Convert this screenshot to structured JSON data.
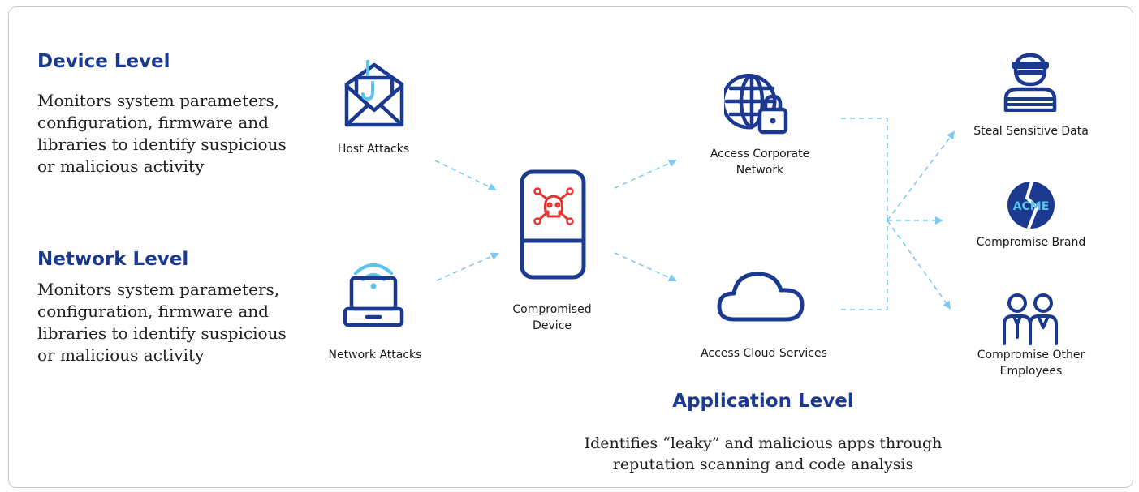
{
  "levels": {
    "device": {
      "title": "Device Level",
      "lines": [
        "Monitors system parameters,",
        "configuration, firmware and",
        "libraries to identify suspicious",
        "or malicious activity"
      ]
    },
    "network": {
      "title": "Network Level",
      "lines": [
        "Monitors system parameters,",
        "configuration, firmware and",
        "libraries to identify suspicious",
        "or malicious activity"
      ]
    },
    "application": {
      "title": "Application Level",
      "lines": [
        "Identifies “leaky” and malicious apps through",
        "reputation scanning and code analysis"
      ]
    }
  },
  "nodes": {
    "host_attacks": "Host Attacks",
    "network_attacks": "Network Attacks",
    "compromised_device": [
      "Compromised",
      "Device"
    ],
    "access_corporate_network": [
      "Access Corporate",
      "Network"
    ],
    "access_cloud_services": "Access Cloud Services",
    "steal_sensitive_data": "Steal Sensitive Data",
    "compromise_brand": "Compromise Brand",
    "compromise_other_employees": [
      "Compromise Other",
      "Employees"
    ],
    "brand_logo_text": "ACME"
  },
  "colors": {
    "navy": "#1b3a8f",
    "accent_blue": "#5cc3ec",
    "danger_red": "#e5342d",
    "arrow": "#7dc9ef"
  },
  "icons": {
    "host_attacks": "phishing-envelope-icon",
    "network_attacks": "wifi-laptop-icon",
    "compromised_device": "infected-phone-icon",
    "access_corporate_network": "globe-lock-icon",
    "access_cloud_services": "cloud-icon",
    "steal_sensitive_data": "masked-thief-icon",
    "compromise_brand": "broken-brand-logo-icon",
    "compromise_other_employees": "employees-icon"
  }
}
